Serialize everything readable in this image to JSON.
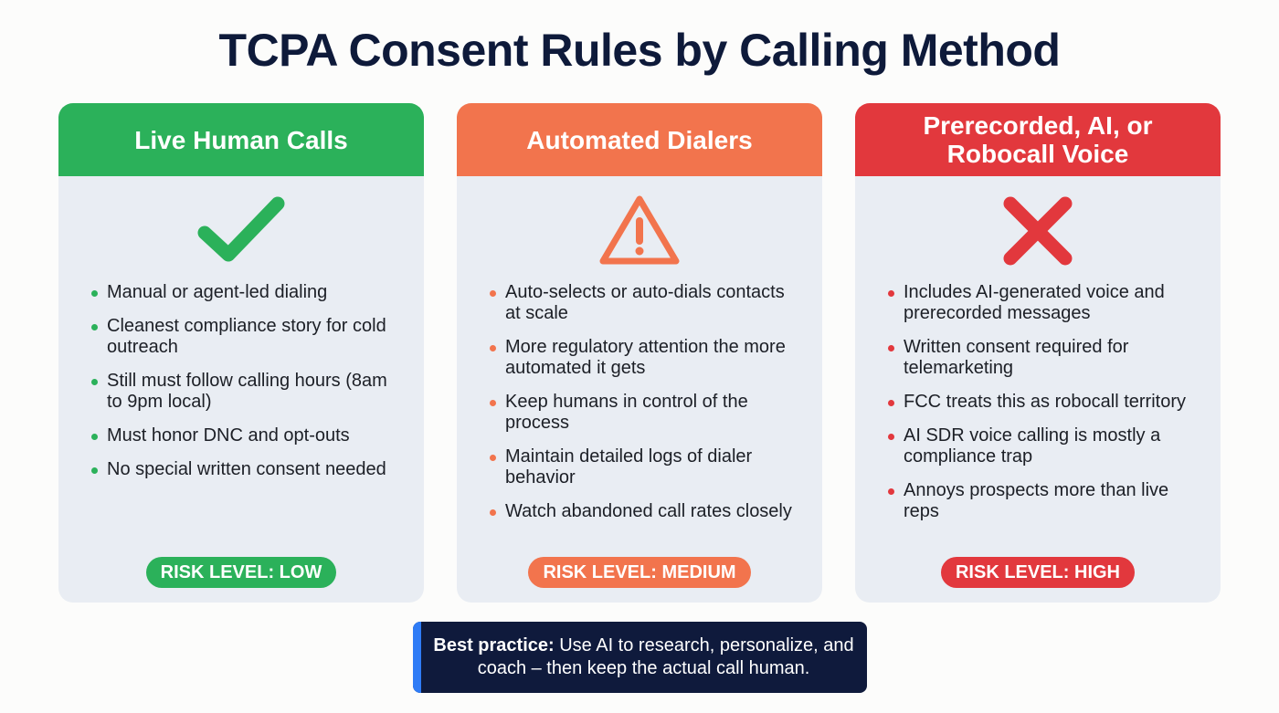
{
  "title": "TCPA Consent Rules by Calling Method",
  "colors": {
    "green": "#2bb15a",
    "orange": "#f2744d",
    "red": "#e2383d",
    "navy": "#0f1a3c",
    "accent_blue": "#2f7cf6",
    "card_bg": "#e9edf3"
  },
  "cards": [
    {
      "header": "Live Human Calls",
      "icon": "checkmark-icon",
      "bullets": [
        "Manual or agent-led dialing",
        "Cleanest compliance story for cold outreach",
        "Still must follow calling hours (8am to 9pm local)",
        "Must honor DNC and opt-outs",
        "No special written consent needed"
      ],
      "risk_badge": "RISK LEVEL: LOW"
    },
    {
      "header": "Automated Dialers",
      "icon": "warning-triangle-icon",
      "bullets": [
        "Auto-selects or auto-dials contacts at scale",
        "More regulatory attention the more automated it gets",
        "Keep humans in control of the process",
        "Maintain detailed logs of dialer behavior",
        "Watch abandoned call rates closely"
      ],
      "risk_badge": "RISK LEVEL: MEDIUM"
    },
    {
      "header": "Prerecorded, AI, or Robocall Voice",
      "icon": "x-mark-icon",
      "bullets": [
        "Includes AI-generated voice and prerecorded messages",
        "Written consent required for telemarketing",
        "FCC treats this as robocall territory",
        "AI SDR voice calling is mostly a compliance trap",
        "Annoys prospects more than live reps"
      ],
      "risk_badge": "RISK LEVEL: HIGH"
    }
  ],
  "best_practice": {
    "label": "Best practice:",
    "text": " Use AI to research, personalize, and coach – then keep the actual call human."
  }
}
